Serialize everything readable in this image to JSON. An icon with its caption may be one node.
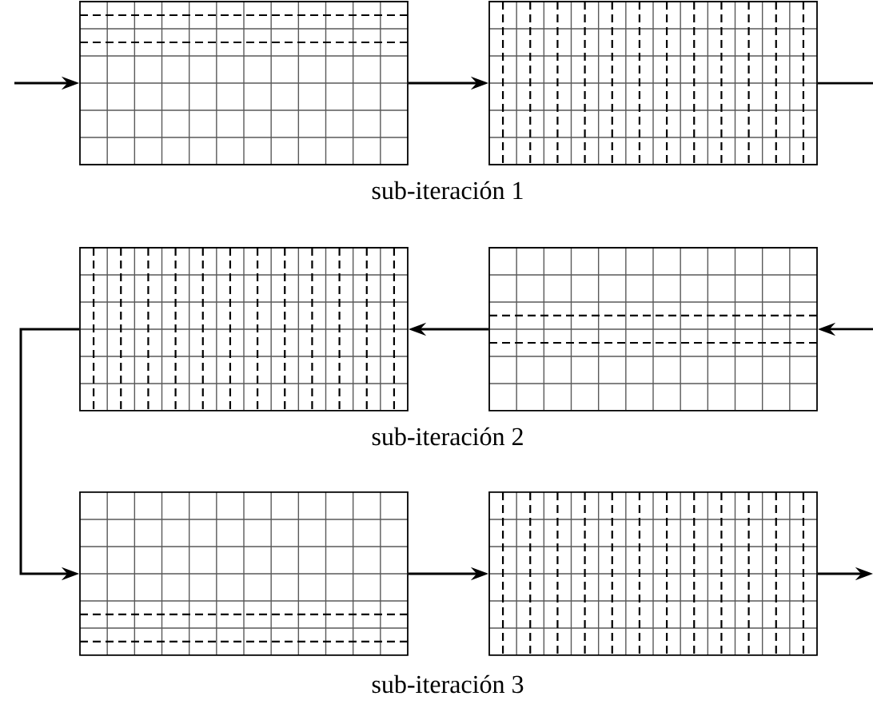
{
  "diagram": {
    "nodes": [
      {
        "text": [],
        "shape": "box"
      },
      {
        "text": [],
        "shape": "box"
      },
      {
        "text": [],
        "shape": "box"
      },
      {
        "text": [],
        "shape": "box"
      },
      {
        "text": [],
        "shape": "box"
      },
      {
        "text": [],
        "shape": "box"
      }
    ],
    "edges": [
      {
        "from": null,
        "to": 0,
        "arrow": "to"
      },
      {
        "from": 0,
        "to": 1,
        "arrow": "to"
      },
      {
        "from": 1,
        "to": null,
        "arrow": "none"
      },
      {
        "from": null,
        "to": 3,
        "arrow": "to"
      },
      {
        "from": 3,
        "to": 2,
        "arrow": "to"
      },
      {
        "from": 2,
        "to": 4,
        "arrow": "to"
      },
      {
        "from": 4,
        "to": 5,
        "arrow": "to"
      },
      {
        "from": 5,
        "to": null,
        "arrow": "to"
      }
    ],
    "labels": [
      "sub-iteración 1",
      "sub-iteración 2",
      "sub-iteración 3"
    ]
  }
}
